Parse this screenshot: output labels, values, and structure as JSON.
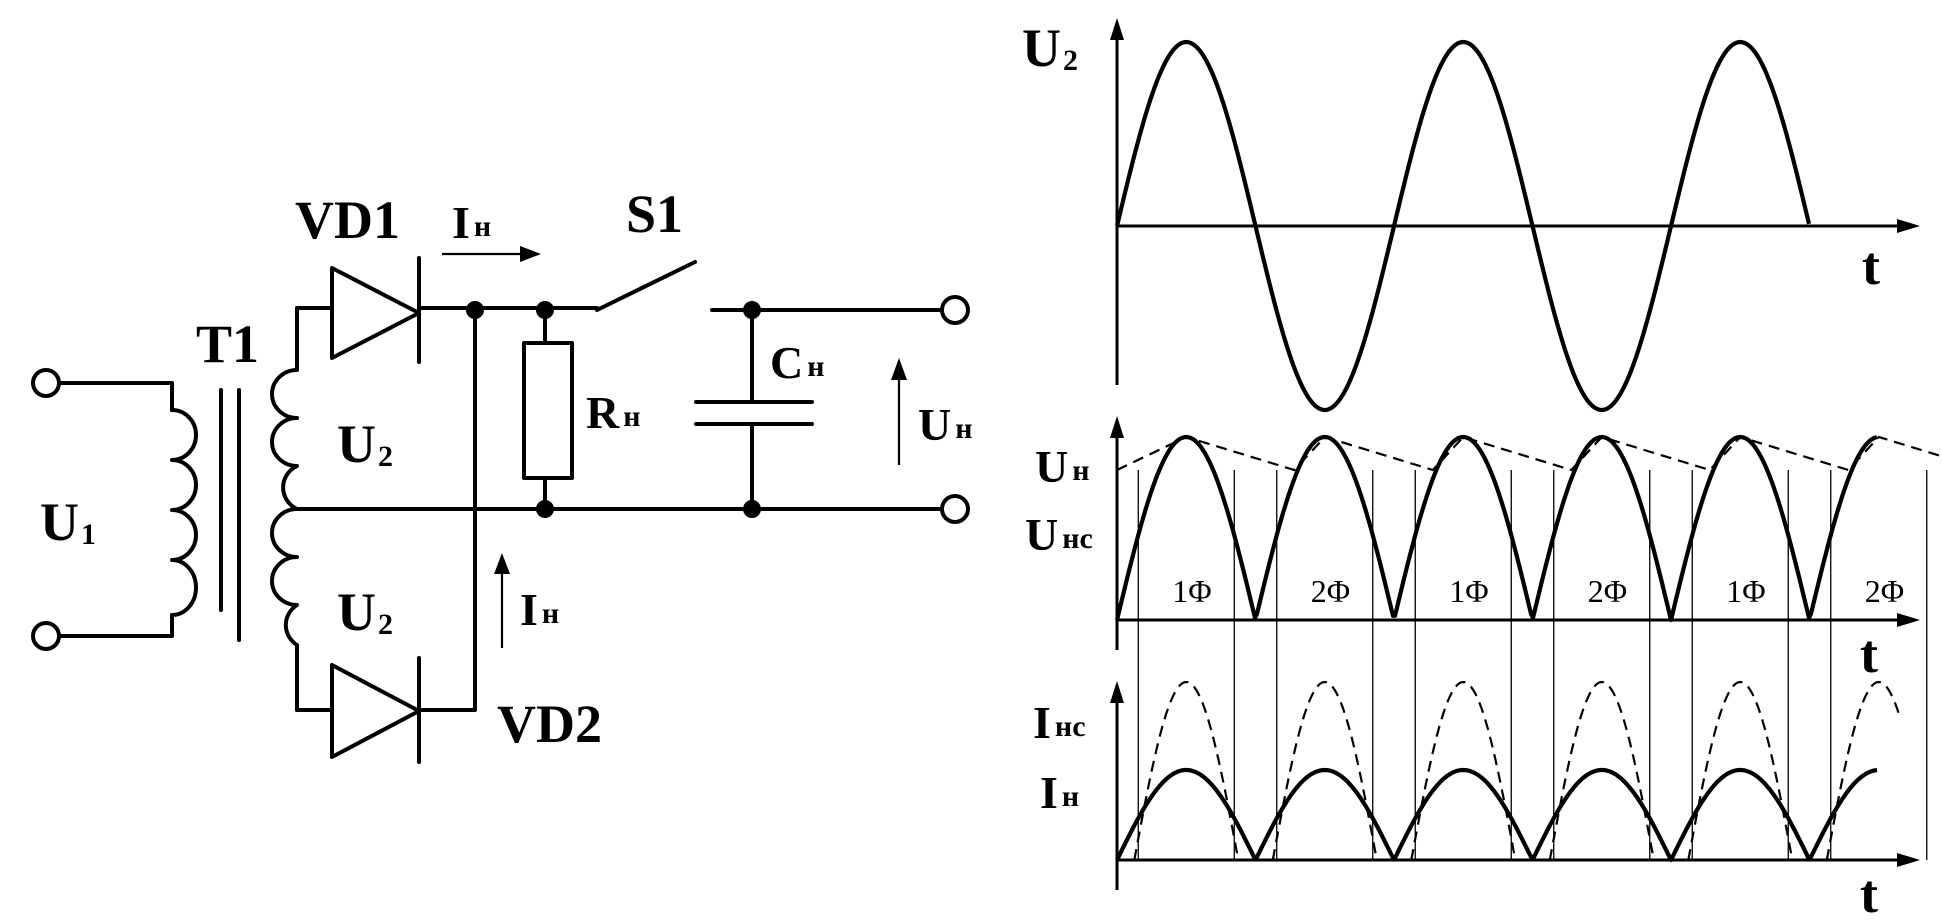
{
  "circuit": {
    "u1": {
      "main": "U",
      "sub": "1"
    },
    "t1": "T1",
    "u2_top": {
      "main": "U",
      "sub": "2"
    },
    "u2_bottom": {
      "main": "U",
      "sub": "2"
    },
    "vd1": "VD1",
    "vd2": "VD2",
    "ih_top": {
      "main": "I",
      "sub": "н"
    },
    "ih_bottom": {
      "main": "I",
      "sub": "н"
    },
    "s1": "S1",
    "rh": {
      "main": "R",
      "sub": "н"
    },
    "ch": {
      "main": "C",
      "sub": "н"
    },
    "uh": {
      "main": "U",
      "sub": "н"
    }
  },
  "plots": {
    "top": {
      "ylabel": {
        "main": "U",
        "sub": "2"
      },
      "xlabel": "t"
    },
    "middle": {
      "ylabel1": {
        "main": "U",
        "sub": "н"
      },
      "ylabel2": {
        "main": "U",
        "sub": "нс"
      },
      "xlabel": "t",
      "phases": [
        "1Φ",
        "2Φ",
        "1Φ",
        "2Φ",
        "1Φ",
        "2Φ"
      ]
    },
    "bottom": {
      "ylabel1": {
        "main": "I",
        "sub": "нс"
      },
      "ylabel2": {
        "main": "I",
        "sub": "н"
      },
      "xlabel": "t"
    }
  }
}
